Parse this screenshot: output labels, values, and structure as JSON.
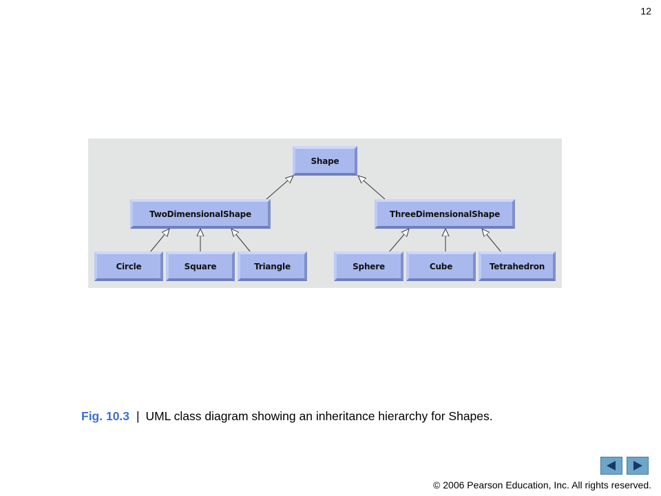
{
  "page_number": "12",
  "diagram": {
    "root": "Shape",
    "level1": [
      "TwoDimensionalShape",
      "ThreeDimensionalShape"
    ],
    "two_d_children": [
      "Circle",
      "Square",
      "Triangle"
    ],
    "three_d_children": [
      "Sphere",
      "Cube",
      "Tetrahedron"
    ],
    "relationship": "generalization",
    "box_color": "#a9b9ee",
    "panel_color": "#e3e5e4"
  },
  "caption": {
    "label": "Fig. 10.3",
    "separator": "|",
    "text": "UML class diagram showing an inheritance hierarchy for Shapes."
  },
  "nav": {
    "prev_icon": "left-triangle-icon",
    "next_icon": "right-triangle-icon",
    "color": "#6ea6c9"
  },
  "footer": {
    "copyright_symbol": "©",
    "copyright_text": "2006 Pearson Education, Inc.  All rights reserved."
  }
}
